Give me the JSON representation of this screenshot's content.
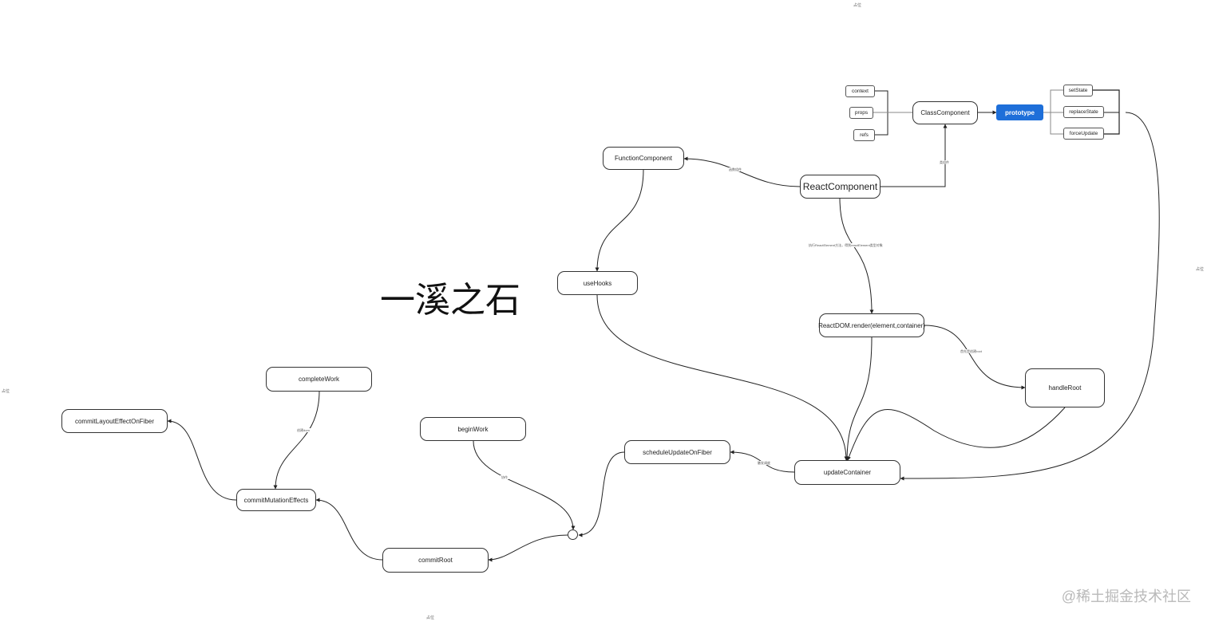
{
  "nodes": {
    "context": "context",
    "props": "props",
    "refs": "refs",
    "class_component": "ClassComponent",
    "prototype": "prototype",
    "set_state": "setState",
    "replace_state": "replaceState",
    "force_update": "forceUpdate",
    "function_component": "FunctionComponent",
    "react_component": "ReactComponent",
    "use_hooks": "useHooks",
    "react_dom_render": "ReactDOM.render(element,container)",
    "handle_root": "handleRoot",
    "update_container": "updateContainer",
    "schedule_update_on_fiber": "scheduleUpdateOnFiber",
    "begin_work": "beginWork",
    "complete_work": "completeWork",
    "commit_root": "commitRoot",
    "commit_mutation_effects": "commitMutationEffects",
    "commit_layout_effect_on_fiber": "commitLayoutEffectOnFiber"
  },
  "edge_labels": {
    "function_component": "函数组件",
    "class_component": "类组件",
    "react_element": "执行ReactElement方法，得到reactElement类型对象",
    "handle_root": "首先是创建root",
    "schedule": "触发调度",
    "begin_work": "协作",
    "complete_work": "创建dom"
  },
  "placeholders": {
    "top": "占位",
    "right": "占位",
    "left": "占位",
    "bottom": "占位"
  },
  "title": "一溪之石",
  "site_watermark": "@稀土掘金技术社区"
}
